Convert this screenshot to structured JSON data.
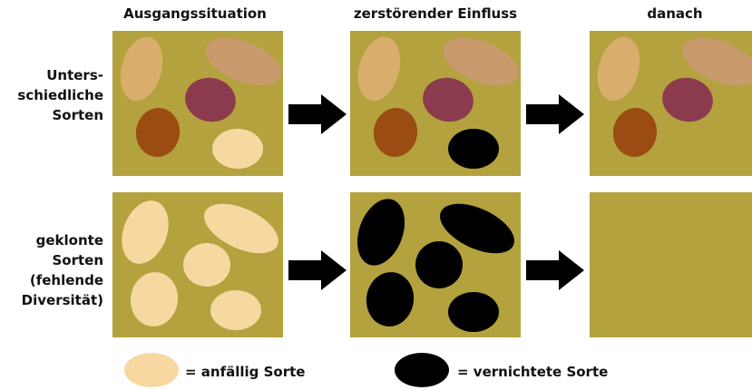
{
  "headers": {
    "col1": "Ausgangssituation",
    "col2": "zerstörender Einfluss",
    "col3": "danach"
  },
  "rows": {
    "row1": [
      "Unters-",
      "schiedliche",
      "Sorten"
    ],
    "row2": [
      "geklonte",
      "Sorten",
      "(fehlende",
      "Diversität)"
    ]
  },
  "legend": {
    "susceptible": "= anfällig Sorte",
    "destroyed": "= vernichtete Sorte"
  },
  "colors": {
    "soil": "#b3a23e",
    "light_potato": "#f7d8a0",
    "tan_potato": "#d9ae6c",
    "rose_potato": "#c89a6c",
    "purple_potato": "#8c3a4e",
    "brown_potato": "#9a4c12",
    "destroyed": "#000000",
    "arrow": "#000000"
  }
}
